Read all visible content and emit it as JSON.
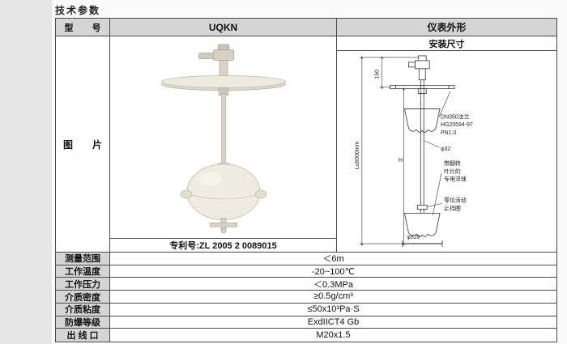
{
  "page": {
    "title": "技术参数"
  },
  "table": {
    "header": {
      "model_label": "型　号",
      "model_value": "UQKN",
      "appearance_label": "仪表外形",
      "install_dim_label": "安装尺寸"
    },
    "picture_label": "图　片",
    "patent": "专利号:ZL 2005 2 0089015",
    "rows": [
      {
        "label": "测量范围",
        "value": "＜6m"
      },
      {
        "label": "工作温度",
        "value": "-20~100℃"
      },
      {
        "label": "工作压力",
        "value": "＜0.3MPa"
      },
      {
        "label": "介质密度",
        "value": "≥0.5g/cm³"
      },
      {
        "label": "介质粘度",
        "value": "≤50x10³Pa·S"
      },
      {
        "label": "防爆等级",
        "value": "ExdIICT4 Gb"
      },
      {
        "label": "出 线 口",
        "value": "M20x1.5"
      }
    ],
    "drawing": {
      "dims": {
        "d150": "150",
        "length": "L≤6000mm",
        "h": "H",
        "phi32": "φ32",
        "phi320": "φ320"
      },
      "annotations": {
        "flange1": "DN350法兰",
        "flange2": "HG20594-97",
        "flange3": "PN1.0",
        "float1": "带翻转",
        "float2": "叶片的",
        "float3": "专用浮球",
        "stop1": "零位活动",
        "stop2": "止挡圈"
      }
    }
  },
  "colors": {
    "header_bg": "#d5d5d5",
    "border": "#4a4a4a",
    "photo_body": "#d9d4c5",
    "photo_float": "#efede2"
  }
}
